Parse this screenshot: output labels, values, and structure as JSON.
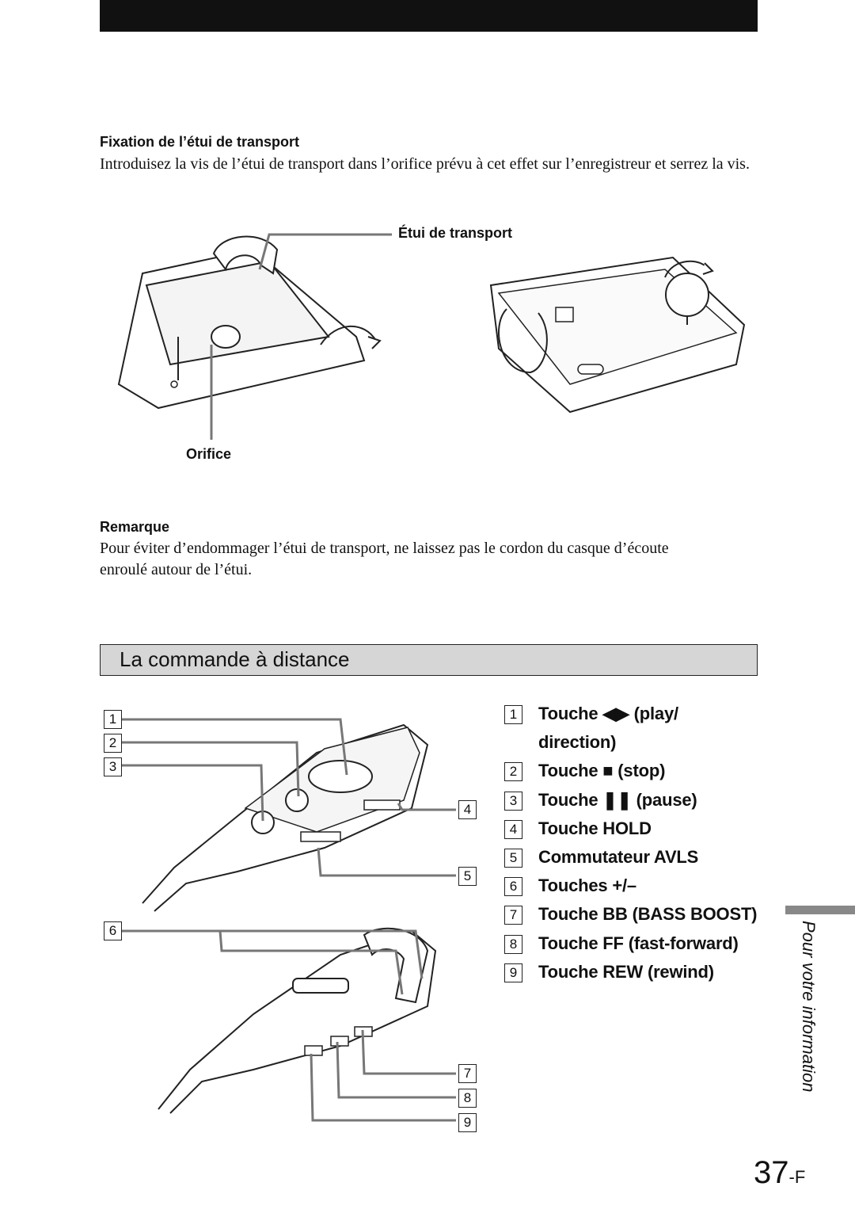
{
  "header_bar": "",
  "section1": {
    "heading": "Fixation de l’étui de transport",
    "body": "Introduisez la vis de l’étui de transport dans l’orifice prévu à cet effet sur l’enregistreur et serrez la vis."
  },
  "figure1": {
    "label_case": "Étui de transport",
    "label_hole": "Orifice"
  },
  "note": {
    "heading": "Remarque",
    "body": "Pour éviter d’endommager l’étui de transport, ne laissez pas le cordon du casque d’écoute enroulé autour de l’étui."
  },
  "section2": {
    "title": "La commande à distance"
  },
  "callouts": [
    "1",
    "2",
    "3",
    "4",
    "5",
    "6",
    "7",
    "8",
    "9"
  ],
  "items": [
    {
      "num": "1",
      "label": "Touche ◀▶ (play/"
    },
    {
      "num": "",
      "label": "direction)"
    },
    {
      "num": "2",
      "label": "Touche ■ (stop)"
    },
    {
      "num": "3",
      "label": "Touche ❚❚ (pause)"
    },
    {
      "num": "4",
      "label": "Touche HOLD"
    },
    {
      "num": "5",
      "label": "Commutateur AVLS"
    },
    {
      "num": "6",
      "label": "Touches +/–"
    },
    {
      "num": "7",
      "label": "Touche BB (BASS BOOST)"
    },
    {
      "num": "8",
      "label": "Touche FF (fast-forward)"
    },
    {
      "num": "9",
      "label": "Touche REW (rewind)"
    }
  ],
  "side_tab": "Pour votre information",
  "page": {
    "number": "37",
    "suffix": "-F"
  }
}
